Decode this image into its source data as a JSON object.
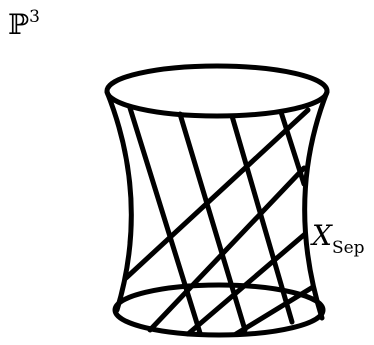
{
  "space_label": {
    "base": "ℙ",
    "sup": "3"
  },
  "surface_label": {
    "base": "X",
    "sub": "Sep"
  }
}
